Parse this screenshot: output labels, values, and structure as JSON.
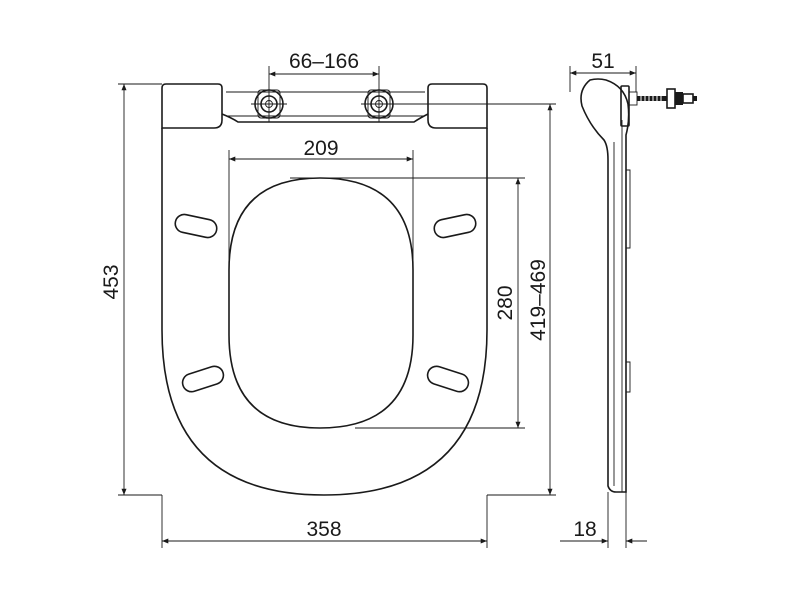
{
  "dimensions": {
    "hinge_spacing": "66–166",
    "opening_width": "209",
    "total_height": "453",
    "opening_length": "280",
    "fixing_to_front": "419–469",
    "total_width": "358",
    "hinge_depth": "51",
    "seat_thickness": "18"
  }
}
